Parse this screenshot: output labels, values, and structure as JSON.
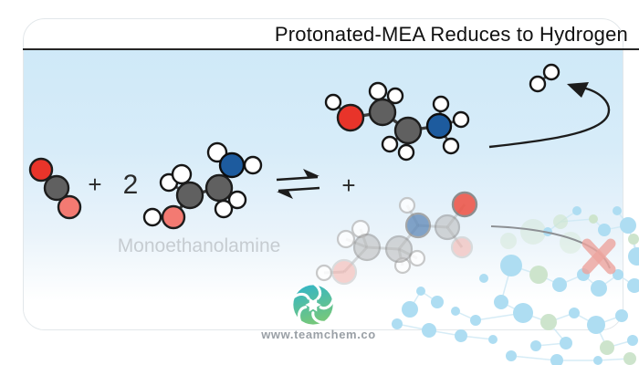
{
  "title": "Protonated-MEA Reduces to Hydrogen",
  "reaction": {
    "plus_left": "+",
    "coefficient": "2",
    "equilibrium_symbol": "⇌",
    "plus_right": "+",
    "reactant_label": "Monoethanolamine"
  },
  "footer": {
    "website": "www.teamchem.co"
  },
  "icons": {
    "equilibrium": "equilibrium-arrows-icon",
    "curved_arrow": "curved-arrow-to-hydrogen-icon",
    "cross": "red-x-blocked-icon",
    "logo": "teamchem-flower-logo-icon"
  },
  "colors": {
    "panel_blue": "#d0eaf8",
    "oxygen_red": "#e8342a",
    "oxygen_pink": "#f37a72",
    "carbon_gray": "#606060",
    "nitrogen_blue": "#1d5b9e",
    "hydrogen_white": "#ffffff",
    "logo_teal": "#2fb4cb",
    "logo_green": "#74c77d",
    "cross_red": "#eda49e",
    "label_gray": "#c6ccd1",
    "title_black": "#111111"
  }
}
